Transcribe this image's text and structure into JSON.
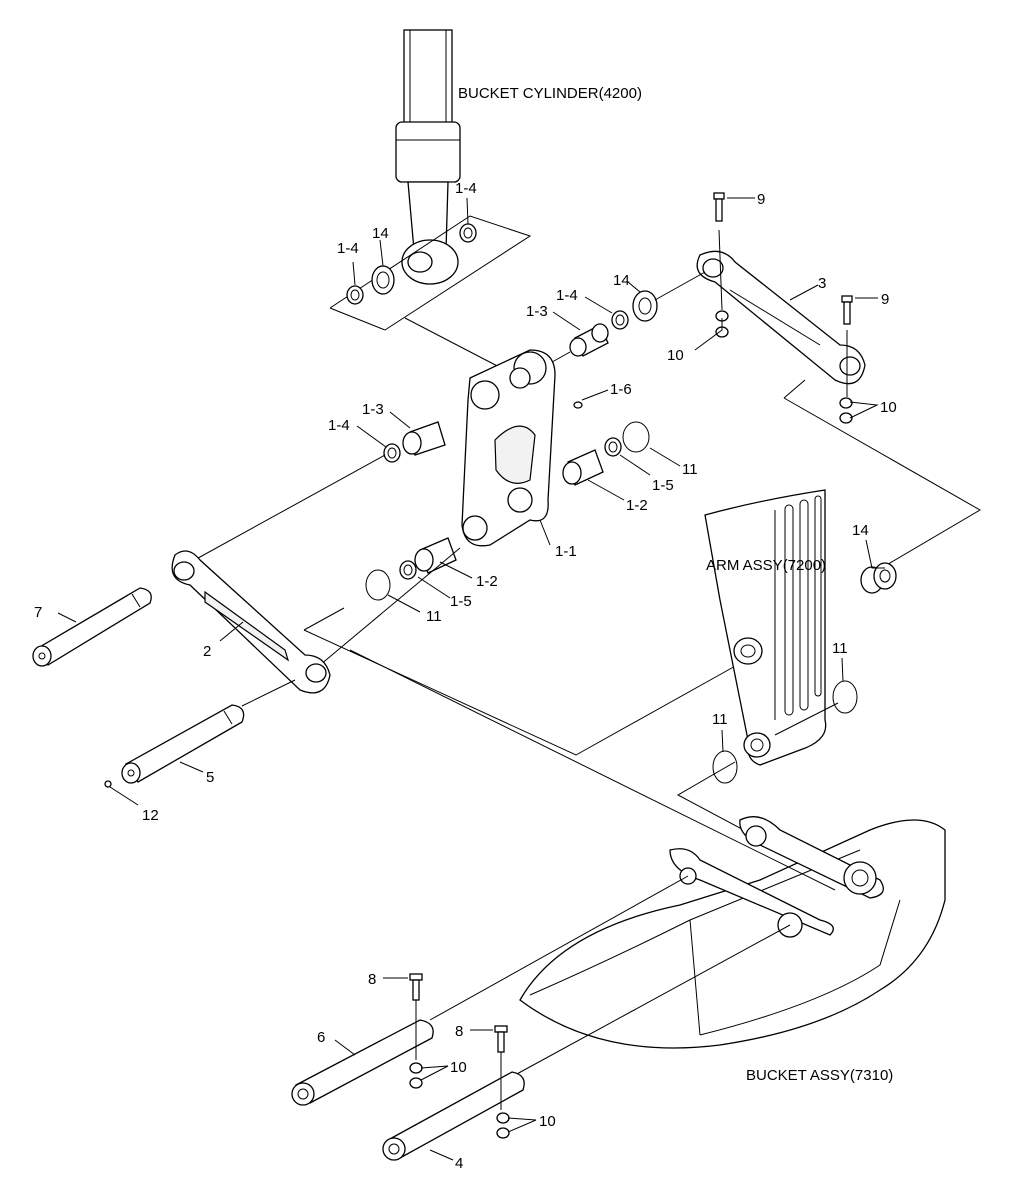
{
  "assembly_labels": {
    "bucket_cylinder": "BUCKET CYLINDER(4200)",
    "arm_assy": "ARM ASSY(7200)",
    "bucket_assy": "BUCKET ASSY(7310)"
  },
  "callouts": [
    {
      "id": "c1",
      "text": "1-4"
    },
    {
      "id": "c2",
      "text": "14"
    },
    {
      "id": "c3",
      "text": "1-4"
    },
    {
      "id": "c4",
      "text": "9"
    },
    {
      "id": "c5",
      "text": "14"
    },
    {
      "id": "c6",
      "text": "1-4"
    },
    {
      "id": "c7",
      "text": "1-3"
    },
    {
      "id": "c8",
      "text": "3"
    },
    {
      "id": "c9",
      "text": "9"
    },
    {
      "id": "c10",
      "text": "10"
    },
    {
      "id": "c11",
      "text": "1-6"
    },
    {
      "id": "c12",
      "text": "10"
    },
    {
      "id": "c13",
      "text": "1-3"
    },
    {
      "id": "c14",
      "text": "1-4"
    },
    {
      "id": "c15",
      "text": "11"
    },
    {
      "id": "c16",
      "text": "1-5"
    },
    {
      "id": "c17",
      "text": "1-2"
    },
    {
      "id": "c18",
      "text": "1-1"
    },
    {
      "id": "c19",
      "text": "14"
    },
    {
      "id": "c20",
      "text": "1-2"
    },
    {
      "id": "c21",
      "text": "1-5"
    },
    {
      "id": "c22",
      "text": "11"
    },
    {
      "id": "c23",
      "text": "7"
    },
    {
      "id": "c24",
      "text": "2"
    },
    {
      "id": "c25",
      "text": "11"
    },
    {
      "id": "c26",
      "text": "11"
    },
    {
      "id": "c27",
      "text": "5"
    },
    {
      "id": "c28",
      "text": "12"
    },
    {
      "id": "c29",
      "text": "8"
    },
    {
      "id": "c30",
      "text": "8"
    },
    {
      "id": "c31",
      "text": "6"
    },
    {
      "id": "c32",
      "text": "10"
    },
    {
      "id": "c33",
      "text": "10"
    },
    {
      "id": "c34",
      "text": "4"
    }
  ]
}
